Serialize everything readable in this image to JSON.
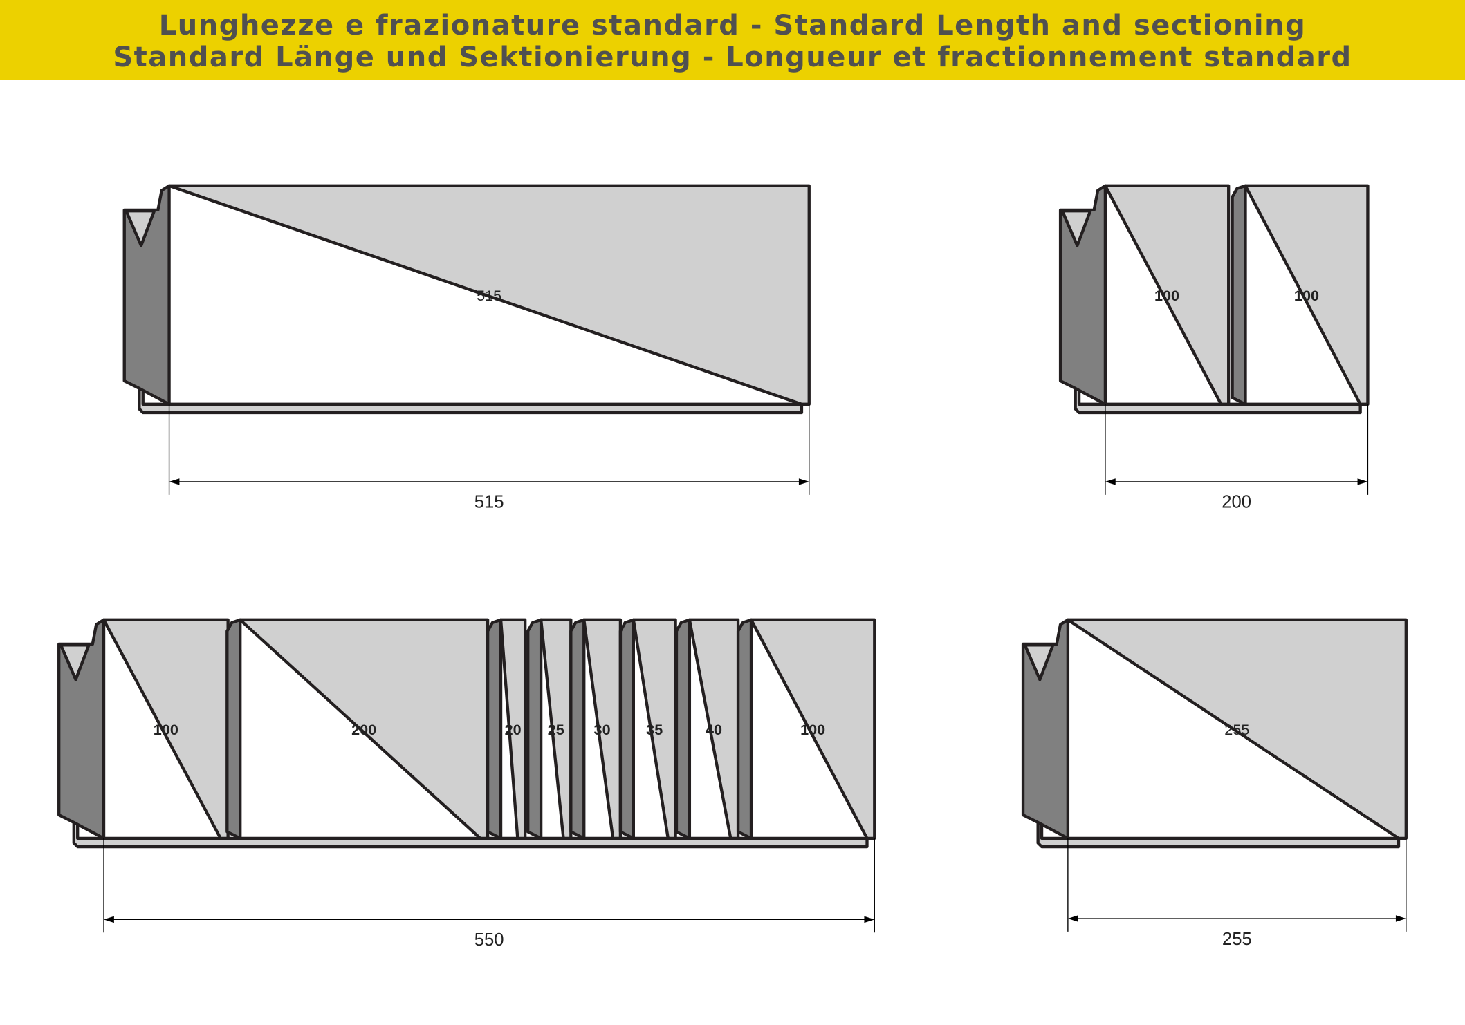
{
  "header": {
    "line1": "Lunghezze e frazionature standard - Standard Length and sectioning",
    "line2": "Standard Länge und Sektionierung - Longueur et fractionnement standard"
  },
  "dies": [
    {
      "segments": [
        "515"
      ],
      "total": "515"
    },
    {
      "segments": [
        "100",
        "100"
      ],
      "total": "200"
    },
    {
      "segments": [
        "100",
        "200",
        "20",
        "25",
        "30",
        "35",
        "40",
        "100"
      ],
      "total": "550"
    },
    {
      "segments": [
        "255"
      ],
      "total": "255"
    }
  ],
  "colors": {
    "banner": "#ecd100",
    "face": "#d0d0d0",
    "side": "#808080",
    "outline": "#231f20"
  }
}
